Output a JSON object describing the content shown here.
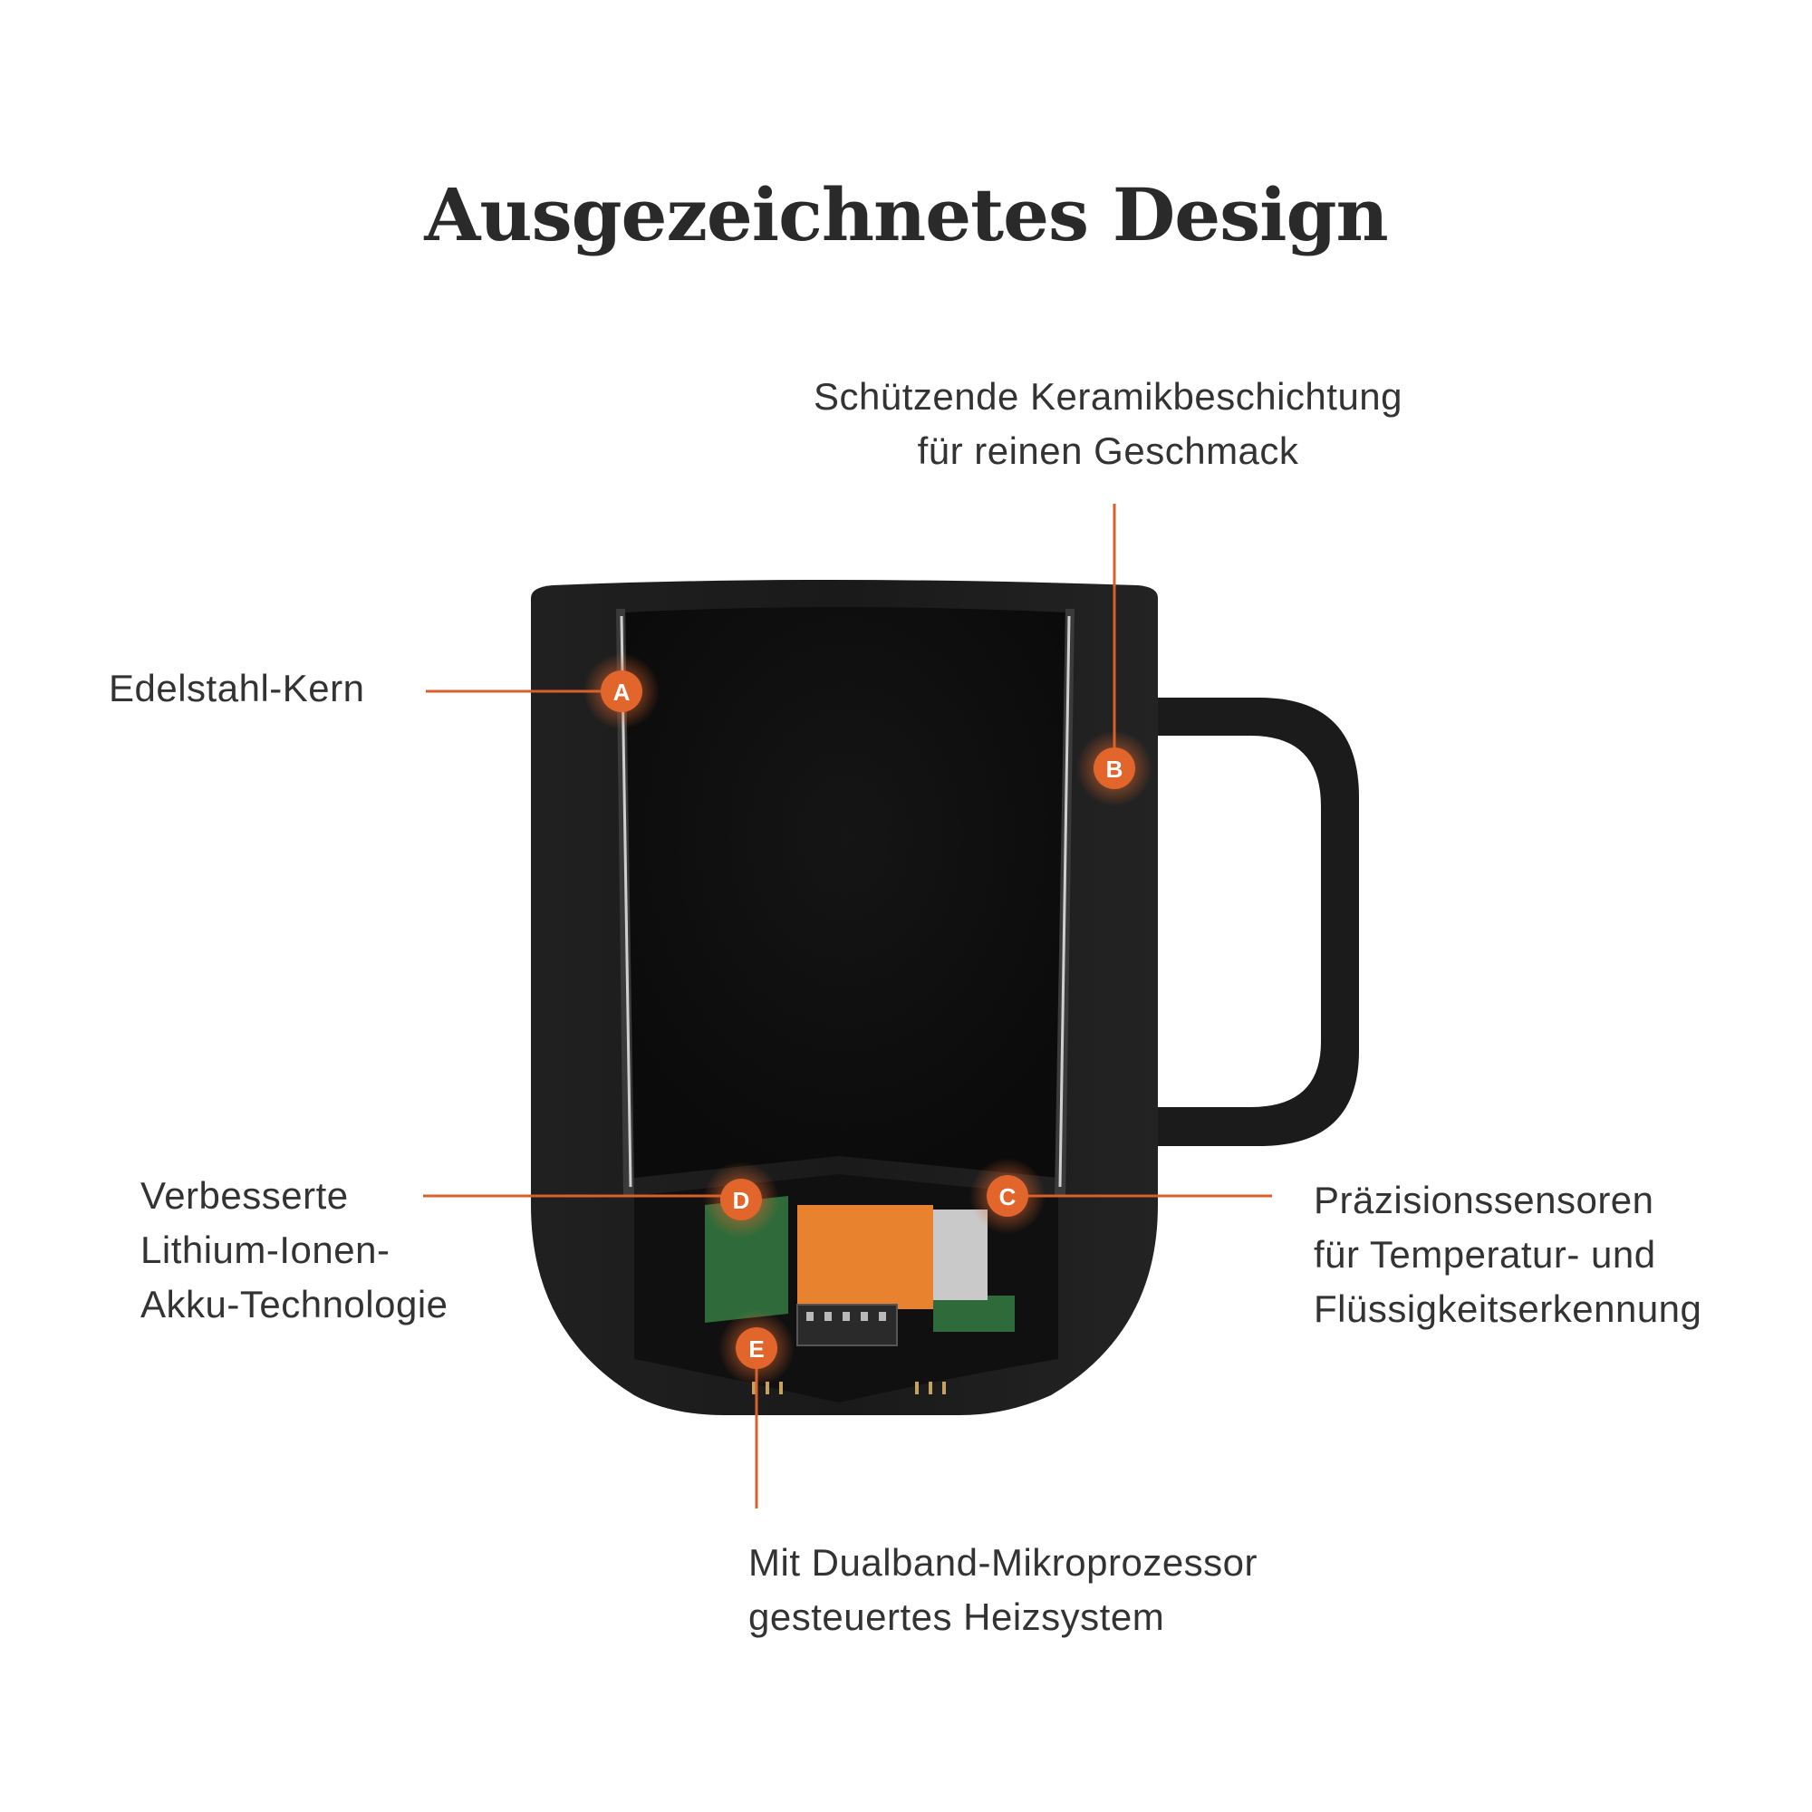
{
  "title": "Ausgezeichnetes Design",
  "accent_color": "#d9602a",
  "mug_color": "#1c1c1c",
  "callouts": {
    "a": {
      "marker": "A",
      "lines": [
        "Edelstahl-Kern"
      ]
    },
    "b": {
      "marker": "B",
      "lines": [
        "Schützende Keramikbeschichtung",
        "für reinen Geschmack"
      ]
    },
    "c": {
      "marker": "C",
      "lines": [
        "Präzisionssensoren",
        "für Temperatur- und",
        "Flüssigkeitserkennung"
      ]
    },
    "d": {
      "marker": "D",
      "lines": [
        "Verbesserte",
        "Lithium-Ionen-",
        "Akku-Technologie"
      ]
    },
    "e": {
      "marker": "E",
      "lines": [
        "Mit Dualband-Mikroprozessor",
        "gesteuertes Heizsystem"
      ]
    }
  }
}
